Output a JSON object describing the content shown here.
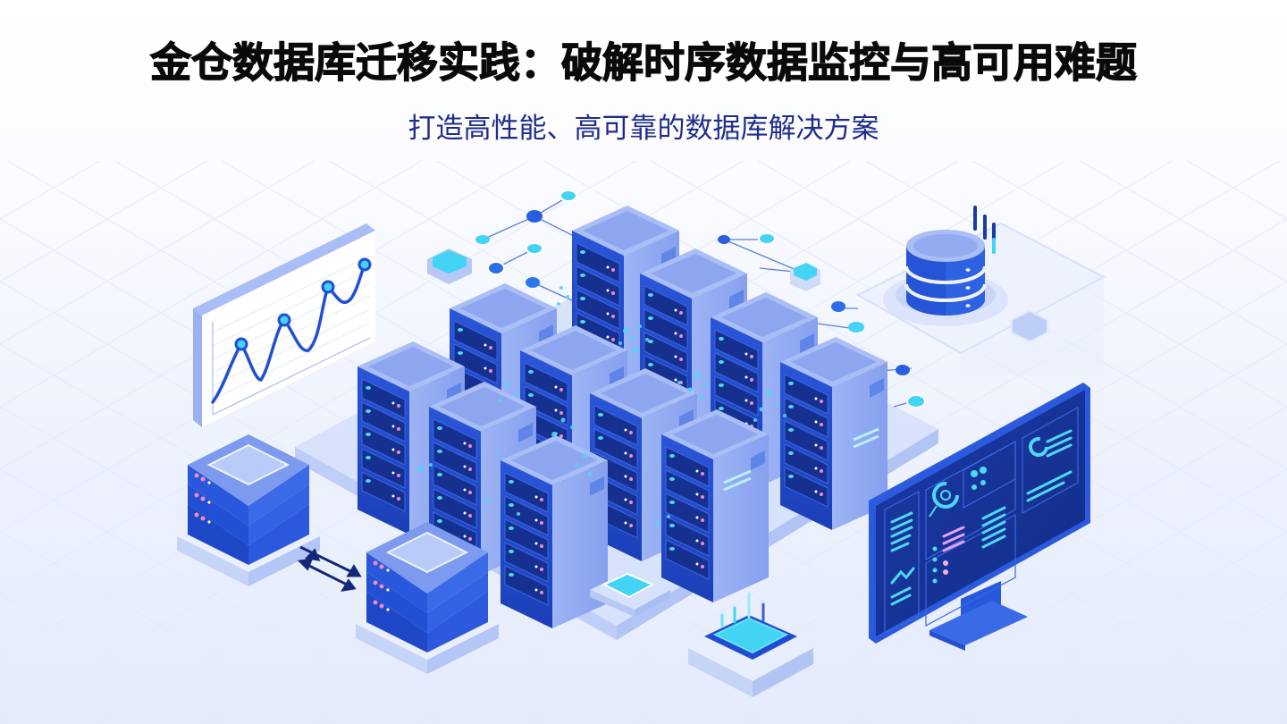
{
  "header": {
    "title": "金仓数据库迁移实践：破解时序数据监控与高可用难题",
    "subtitle": "打造高性能、高可靠的数据库解决方案"
  },
  "illustration": {
    "elements": [
      "line-chart-panel",
      "server-rack-cluster",
      "database-cylinder-icon",
      "monitoring-dashboard-screen",
      "replicated-server-stacks",
      "chip-icon",
      "network-nodes"
    ],
    "colors": {
      "primary_blue": "#2554d6",
      "light_blue": "#8fa9f2",
      "pale_blue": "#c9d6fa",
      "cyan_accent": "#3fd1f2",
      "dark_navy": "#1a2a8c",
      "screen_bg": "#1a3aa8",
      "led_pink": "#f08ac8"
    }
  }
}
